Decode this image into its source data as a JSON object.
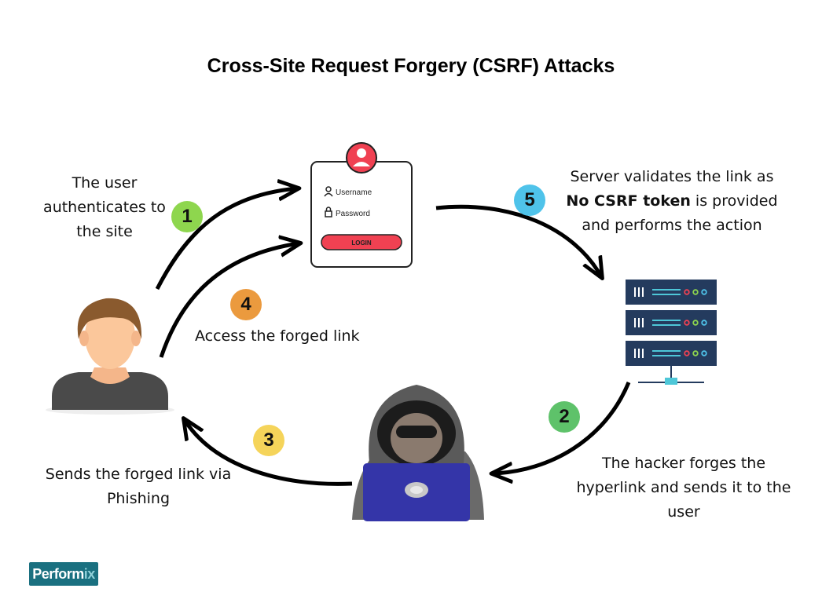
{
  "title": "Cross-Site Request Forgery (CSRF) Attacks",
  "login_form": {
    "username_label": "Username",
    "password_label": "Password",
    "login_button": "LOGIN"
  },
  "steps": [
    {
      "number": "1",
      "color": "#8ed64e",
      "lines": [
        "The user",
        "authenticates to",
        "the site"
      ]
    },
    {
      "number": "2",
      "color": "#5ec26a",
      "lines": [
        "The hacker forges the",
        "hyperlink and sends it to the",
        "user"
      ]
    },
    {
      "number": "3",
      "color": "#f5d45a",
      "lines": [
        "Sends the forged link via",
        "Phishing"
      ]
    },
    {
      "number": "4",
      "color": "#eb9a3e",
      "lines": [
        "Access the forged link"
      ]
    },
    {
      "number": "5",
      "color": "#4fc3ea",
      "lines": [
        "Server validates the link as",
        "is provided",
        "and performs the action"
      ],
      "bold": "No CSRF token"
    }
  ],
  "brand": {
    "name_main": "Perform",
    "name_accent": "ix"
  },
  "colors": {
    "server": "#243b5e",
    "laptop": "#3435a8",
    "login_red": "#f04152",
    "hood": "#5a5a5a"
  }
}
